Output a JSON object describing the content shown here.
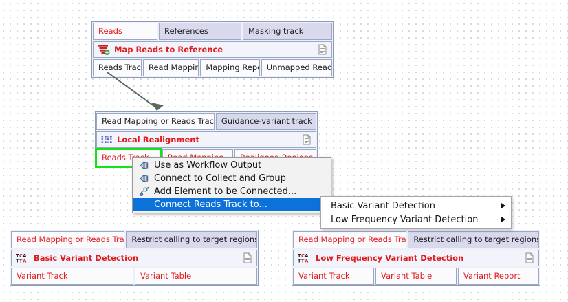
{
  "canvas": {
    "background": "#ffffff",
    "grid_dot_color": "#d2d2d2"
  },
  "colors": {
    "port_fill": "#d9d9ee",
    "port_connected_fill": "#fbfbfe",
    "port_border": "#9aa8c6",
    "box_border": "#8c9bbd",
    "title_text": "#e01b1b",
    "selection_green": "#15e215",
    "menu_highlight": "#0c71d8",
    "menu_highlight_text": "#ffffff",
    "icon_red": "#cc2222",
    "icon_green": "#2aa83a",
    "icon_blue": "#4a55b8"
  },
  "elements": [
    {
      "id": "map-reads-to-reference",
      "title": "Map Reads to Reference",
      "icon": "map-reads-icon",
      "inputs": [
        {
          "label": "Reads",
          "connected": true
        },
        {
          "label": "References",
          "connected": false
        },
        {
          "label": "Masking track",
          "connected": false
        }
      ],
      "outputs": [
        {
          "label": "Reads Track",
          "connected": false
        },
        {
          "label": "Read Mapping",
          "connected": false
        },
        {
          "label": "Mapping Report",
          "connected": false
        },
        {
          "label": "Unmapped Reads",
          "connected": false
        }
      ]
    },
    {
      "id": "local-realignment",
      "title": "Local Realignment",
      "icon": "local-realignment-icon",
      "inputs": [
        {
          "label": "Read Mapping or Reads Track",
          "connected": false
        },
        {
          "label": "Guidance-variant track",
          "connected": false
        }
      ],
      "outputs": [
        {
          "label": "Reads Track",
          "connected": true,
          "selected": true
        },
        {
          "label": "Read Mapping",
          "connected": true
        },
        {
          "label": "Realigned Regions",
          "connected": true
        }
      ]
    },
    {
      "id": "basic-variant-detection",
      "title": "Basic Variant Detection",
      "icon": "variant-detection-icon",
      "inputs": [
        {
          "label": "Read Mapping or Reads Track",
          "connected": true
        },
        {
          "label": "Restrict calling to target regions",
          "connected": false
        }
      ],
      "outputs": [
        {
          "label": "Variant Track",
          "connected": true
        },
        {
          "label": "Variant Table",
          "connected": true
        }
      ]
    },
    {
      "id": "low-frequency-variant-detection",
      "title": "Low Frequency Variant Detection",
      "icon": "variant-detection-icon",
      "inputs": [
        {
          "label": "Read Mapping or Reads Track",
          "connected": true
        },
        {
          "label": "Restrict calling to target regions",
          "connected": false
        }
      ],
      "outputs": [
        {
          "label": "Variant Track",
          "connected": true
        },
        {
          "label": "Variant Table",
          "connected": true
        },
        {
          "label": "Variant Report",
          "connected": true
        }
      ]
    }
  ],
  "context_menu": {
    "items": [
      {
        "label": "Use as Workflow Output",
        "icon": "workflow-output-icon",
        "highlight": false,
        "has_submenu": false
      },
      {
        "label": "Connect to Collect and Group",
        "icon": "collect-group-icon",
        "highlight": false,
        "has_submenu": false
      },
      {
        "label": "Add Element to be Connected...",
        "icon": "add-element-icon",
        "highlight": false,
        "has_submenu": false
      },
      {
        "label": "Connect Reads Track to...",
        "icon": "none",
        "highlight": true,
        "has_submenu": true
      }
    ]
  },
  "submenu": {
    "items": [
      {
        "label": "Basic Variant Detection",
        "has_submenu": true
      },
      {
        "label": "Low Frequency Variant Detection",
        "has_submenu": true
      }
    ]
  }
}
